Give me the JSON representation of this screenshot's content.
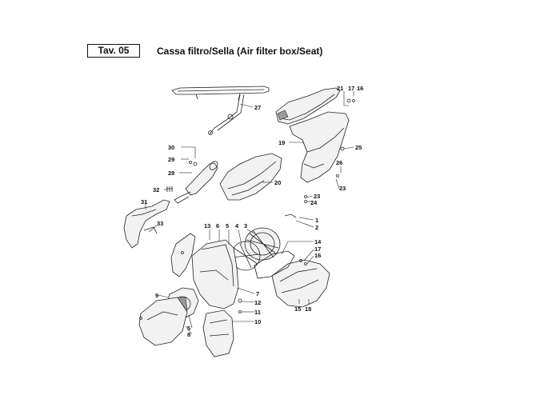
{
  "header": {
    "plate": "Tav. 05",
    "title": "Cassa filtro/Sella (Air filter box/Seat)"
  },
  "callouts": [
    {
      "id": "c21",
      "text": "21"
    },
    {
      "id": "c17a",
      "text": "17"
    },
    {
      "id": "c16a",
      "text": "16"
    },
    {
      "id": "c27",
      "text": "27"
    },
    {
      "id": "c19",
      "text": "19"
    },
    {
      "id": "c25",
      "text": "25"
    },
    {
      "id": "c30",
      "text": "30"
    },
    {
      "id": "c29",
      "text": "29"
    },
    {
      "id": "c28",
      "text": "28"
    },
    {
      "id": "c26",
      "text": "26"
    },
    {
      "id": "c20",
      "text": "20"
    },
    {
      "id": "c23a",
      "text": "23"
    },
    {
      "id": "c32",
      "text": "32"
    },
    {
      "id": "c23b",
      "text": "23"
    },
    {
      "id": "c24",
      "text": "24"
    },
    {
      "id": "c31",
      "text": "31"
    },
    {
      "id": "c1",
      "text": "1"
    },
    {
      "id": "c2",
      "text": "2"
    },
    {
      "id": "c33",
      "text": "33"
    },
    {
      "id": "c13",
      "text": "13"
    },
    {
      "id": "c6",
      "text": "6"
    },
    {
      "id": "c5a",
      "text": "5"
    },
    {
      "id": "c4",
      "text": "4"
    },
    {
      "id": "c3",
      "text": "3"
    },
    {
      "id": "c14",
      "text": "14"
    },
    {
      "id": "c17b",
      "text": "17"
    },
    {
      "id": "c16b",
      "text": "16"
    },
    {
      "id": "c9",
      "text": "9"
    },
    {
      "id": "c7",
      "text": "7"
    },
    {
      "id": "c12",
      "text": "12"
    },
    {
      "id": "c15",
      "text": "15"
    },
    {
      "id": "c18",
      "text": "18"
    },
    {
      "id": "c11",
      "text": "11"
    },
    {
      "id": "c10",
      "text": "10"
    },
    {
      "id": "c5b",
      "text": "5"
    },
    {
      "id": "c8",
      "text": "8"
    }
  ]
}
